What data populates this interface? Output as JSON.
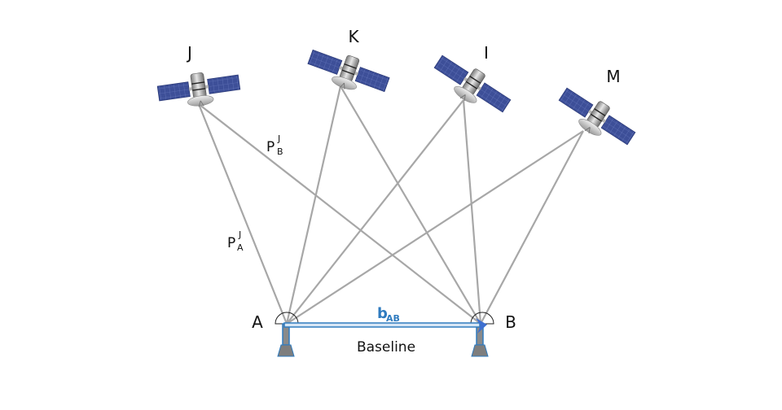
{
  "satellites": [
    {
      "id": "J",
      "label": "J"
    },
    {
      "id": "K",
      "label": "K"
    },
    {
      "id": "I",
      "label": "I"
    },
    {
      "id": "M",
      "label": "M"
    }
  ],
  "receivers": [
    {
      "id": "A",
      "label": "A"
    },
    {
      "id": "B",
      "label": "B"
    }
  ],
  "ranges": {
    "pb_main": "P",
    "pb_sup": "J",
    "pb_sub": "B",
    "pa_main": "P",
    "pa_sup": "J",
    "pa_sub": "A"
  },
  "baseline": {
    "vector_main": "b",
    "vector_sub": "AB",
    "label": "Baseline"
  },
  "colors": {
    "line": "#a7a7a7",
    "baseline": "#2f7bbf",
    "panel": "#3a4f9a",
    "pier": "#8a8a8a"
  }
}
